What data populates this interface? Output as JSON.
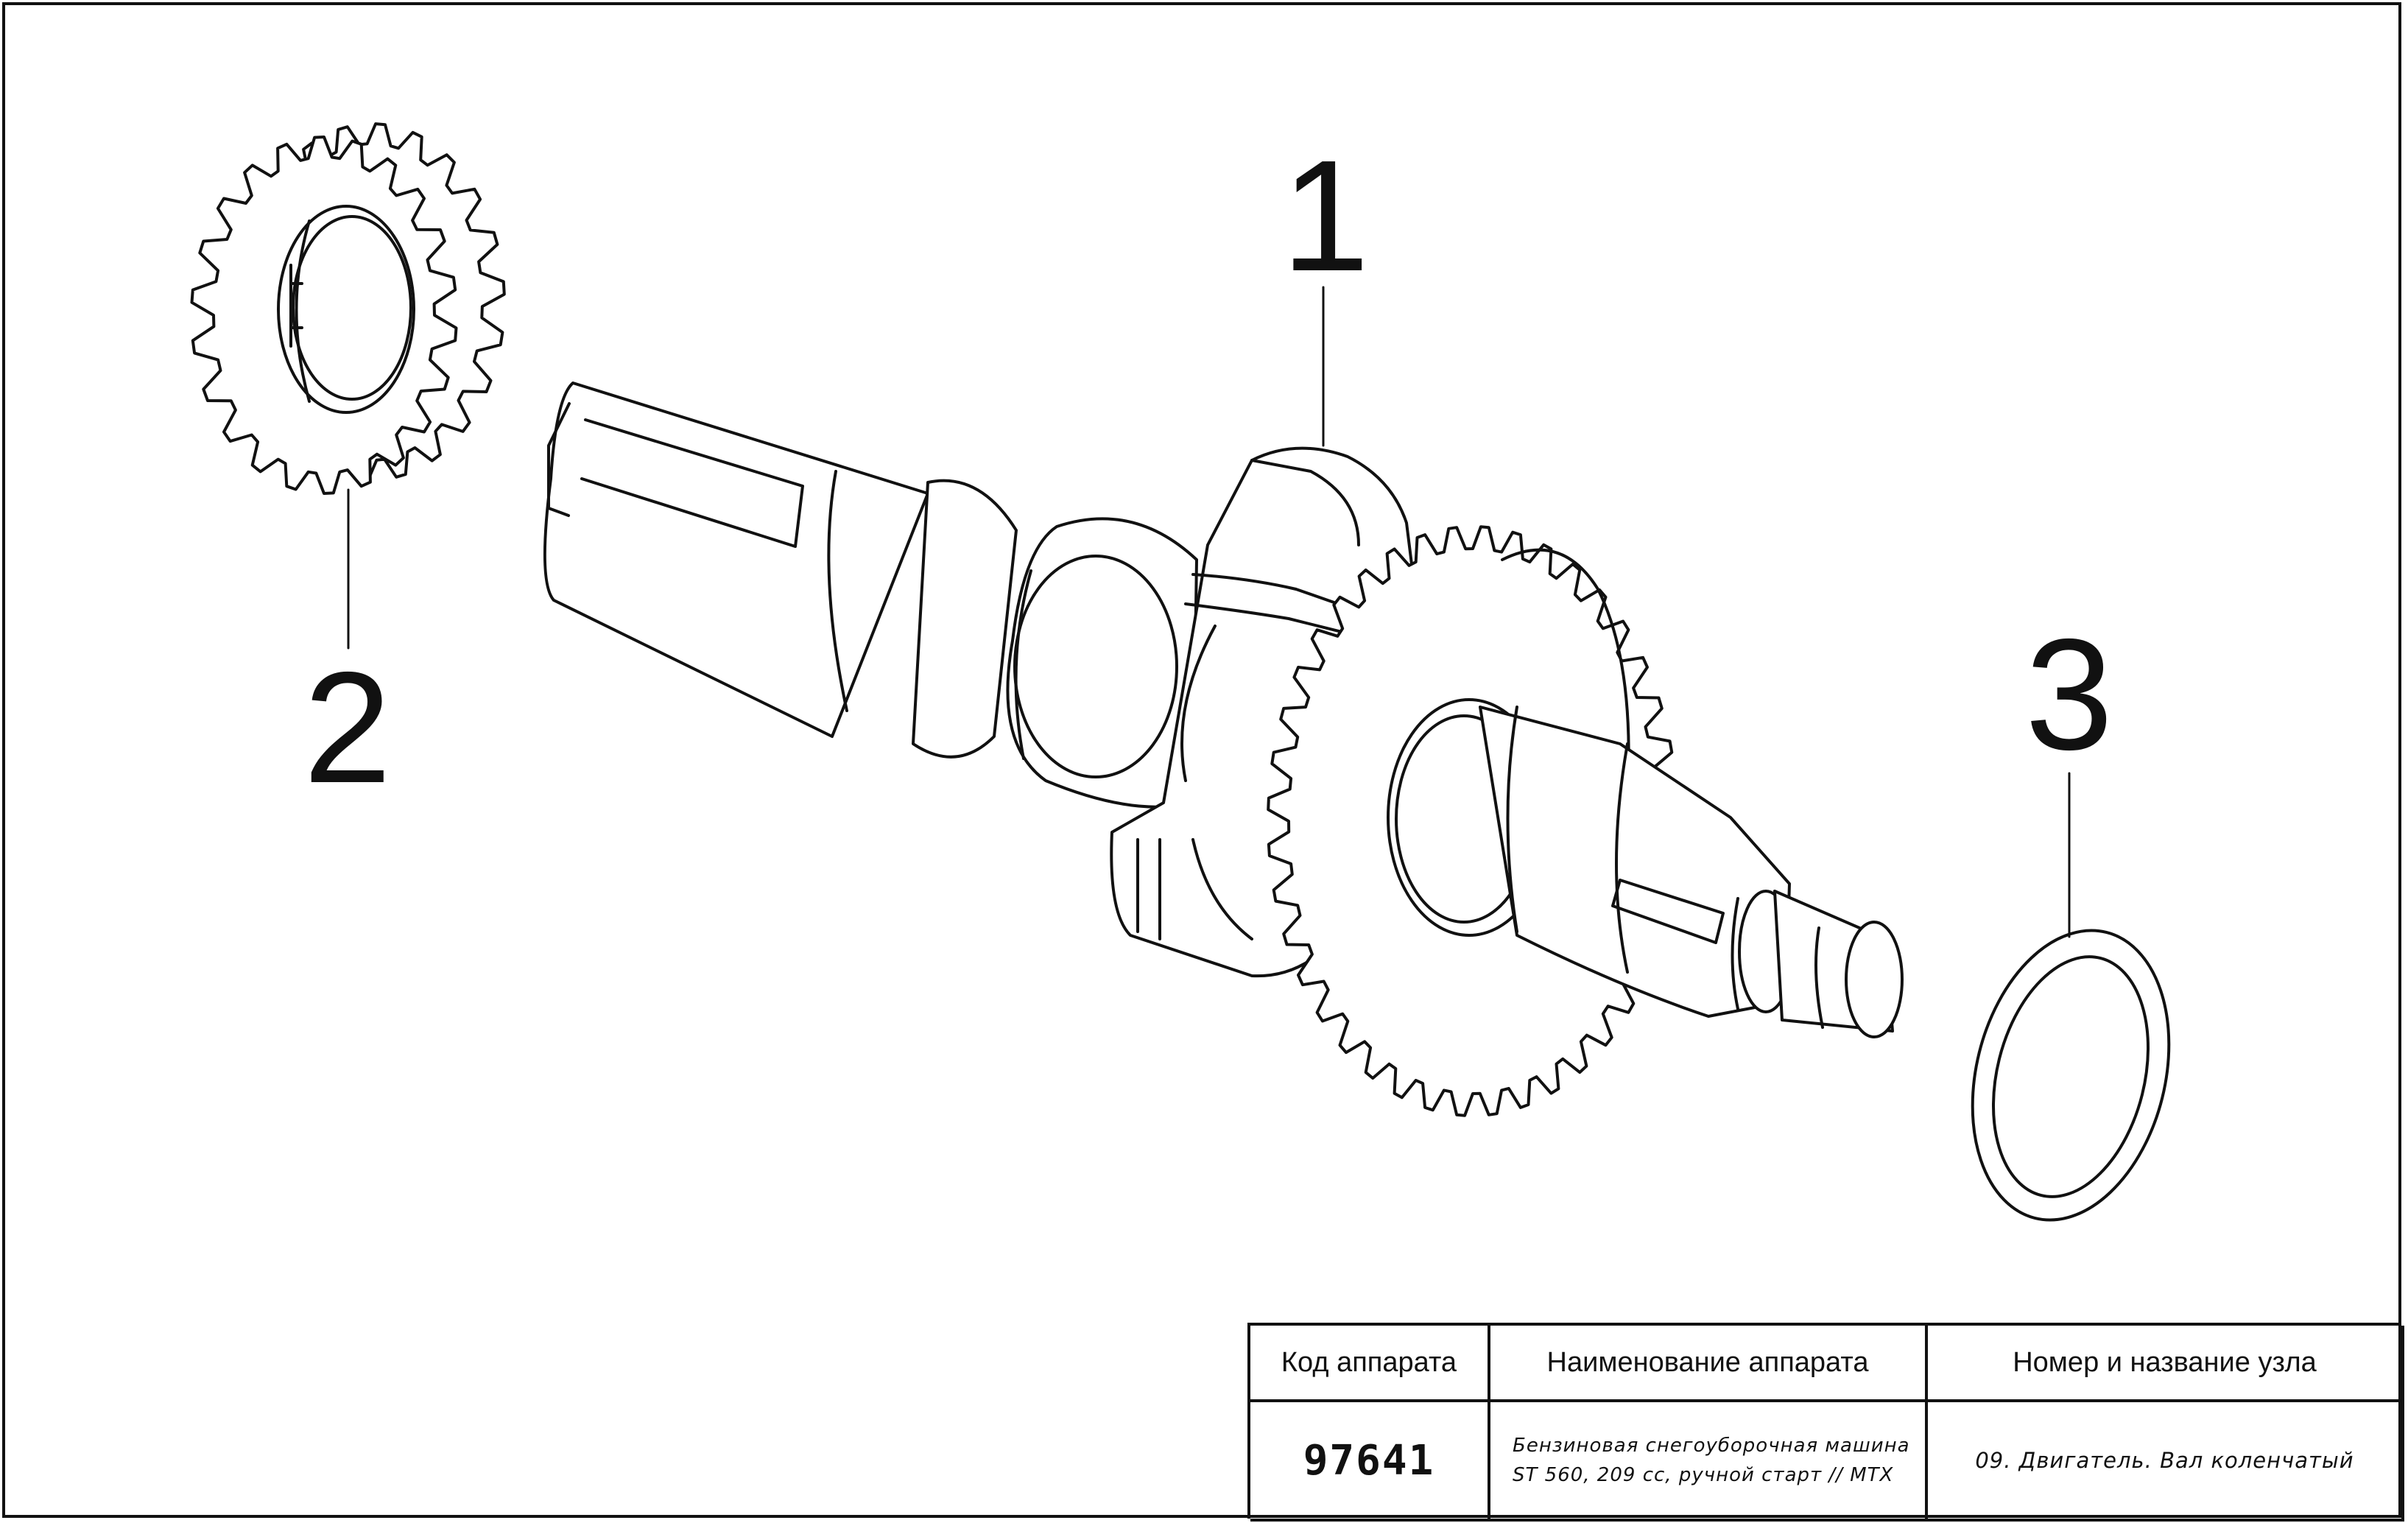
{
  "callouts": {
    "c1": "1",
    "c2": "2",
    "c3": "3"
  },
  "title_block": {
    "headers": {
      "code": "Код аппарата",
      "name": "Наименование аппарата",
      "node": "Номер и название узла"
    },
    "code_value": "97641",
    "name_lines": [
      "Бензиновая снегоуборочная машина",
      "ST 560, 209 cc, ручной старт // MTX"
    ],
    "node_value": "09. Двигатель. Вал коленчатый"
  },
  "parts": [
    {
      "number": "1",
      "icon": "crankshaft-icon"
    },
    {
      "number": "2",
      "icon": "spur-gear-icon"
    },
    {
      "number": "3",
      "icon": "washer-icon"
    }
  ],
  "colors": {
    "line": "#111111",
    "background": "#ffffff",
    "shade": "#f4f4f4"
  }
}
